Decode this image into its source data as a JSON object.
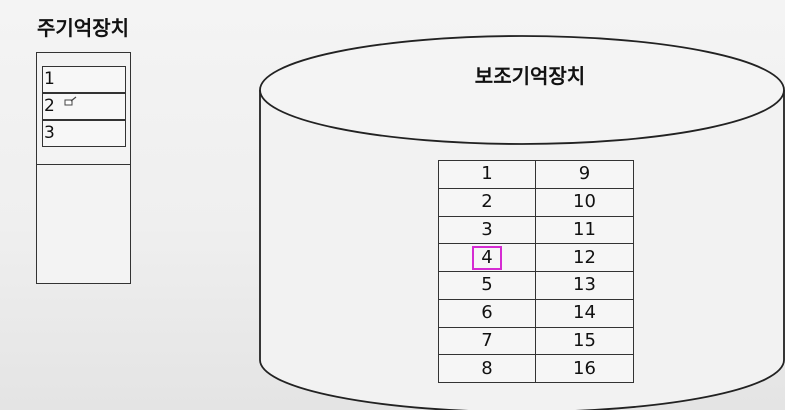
{
  "main_memory": {
    "title": "주기억장치",
    "slots": [
      "1",
      "2",
      "3"
    ]
  },
  "secondary_storage": {
    "title": "보조기억장치",
    "rows": [
      {
        "left": "1",
        "right": "9"
      },
      {
        "left": "2",
        "right": "10"
      },
      {
        "left": "3",
        "right": "11"
      },
      {
        "left": "4",
        "right": "12",
        "highlight": true
      },
      {
        "left": "5",
        "right": "13"
      },
      {
        "left": "6",
        "right": "14"
      },
      {
        "left": "7",
        "right": "15"
      },
      {
        "left": "8",
        "right": "16"
      }
    ],
    "highlight_color": "#d52bd2"
  },
  "icons": {
    "cursor": "pencil-cursor-icon"
  }
}
